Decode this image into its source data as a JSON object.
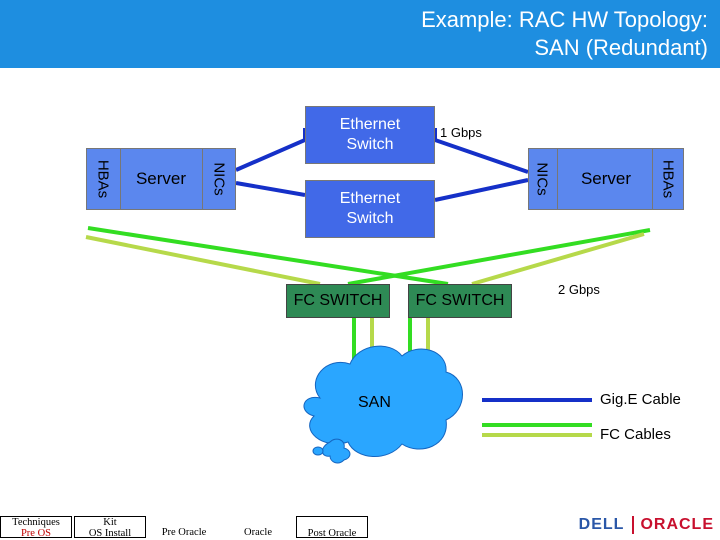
{
  "title": {
    "line1": "Example: RAC HW Topology:",
    "line2": "SAN (Redundant)"
  },
  "nodes": {
    "ethernet_switch_top": "Ethernet Switch",
    "ethernet_switch_bottom": "Ethernet Switch",
    "fc_switch_left": "FC SWITCH",
    "fc_switch_right": "FC SWITCH",
    "san": "SAN",
    "server_left": {
      "label": "Server",
      "hbas": "HBAs",
      "nics": "NICs"
    },
    "server_right": {
      "label": "Server",
      "hbas": "HBAs",
      "nics": "NICs"
    }
  },
  "labels": {
    "speed_ethernet": "1 Gbps",
    "speed_fc": "2 Gbps"
  },
  "legend": {
    "gige": {
      "label": "Gig.E Cable",
      "color": "#1530c8"
    },
    "fc": {
      "label": "FC Cables",
      "colors": [
        "#33dd22",
        "#b6d94a"
      ]
    }
  },
  "footer": {
    "items": [
      {
        "line1": "Techniques",
        "line2": "Pre OS",
        "boxed": true,
        "highlight": true
      },
      {
        "line1": "Kit",
        "line2": "OS Install",
        "boxed": true,
        "highlight": false
      },
      {
        "line1": "",
        "line2": "Pre Oracle",
        "boxed": false,
        "highlight": false
      },
      {
        "line1": "",
        "line2": "Oracle",
        "boxed": false,
        "highlight": false
      },
      {
        "line1": "",
        "line2": "Post Oracle",
        "boxed": true,
        "highlight": false
      }
    ]
  },
  "branding": {
    "dell": "DELL",
    "oracle": "ORACLE"
  },
  "colors": {
    "header": "#1e8ee0",
    "ethernet_box": "#4169e8",
    "fc_switch": "#2e8a55",
    "server": "#5b87ee",
    "gige_cable": "#1530c8",
    "fc_cable_green": "#33dd22",
    "fc_cable_olive": "#b6d94a",
    "san_cloud": "#2aa6ff"
  }
}
